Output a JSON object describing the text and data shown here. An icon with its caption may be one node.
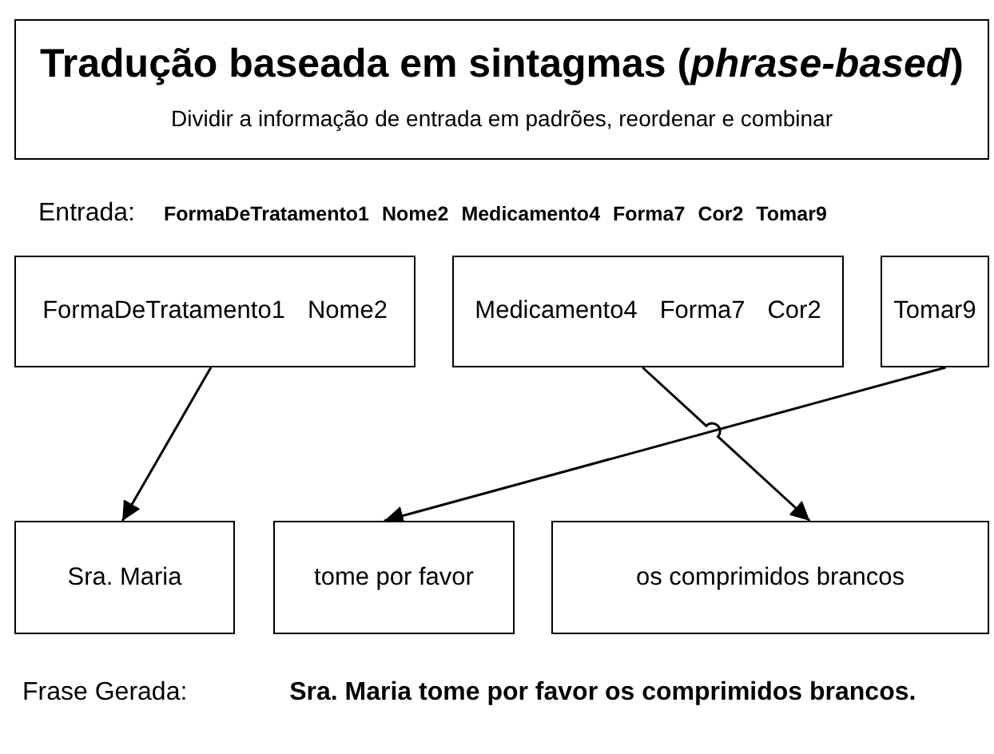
{
  "diagram": {
    "nodes": [
      {
        "text": [
          "Tradução baseada em sintagmas (*phrase-based*)",
          "Dividir a informação de entrada em padrões, reordenar e combinar"
        ]
      },
      {
        "text": [
          "FormaDeTratamento1",
          "Nome2"
        ]
      },
      {
        "text": [
          "Medicamento4",
          "Forma7",
          "Cor2"
        ]
      },
      {
        "text": [
          "Tomar9"
        ]
      },
      {
        "text": [
          "Sra. Maria"
        ]
      },
      {
        "text": [
          "tome por favor"
        ]
      },
      {
        "text": [
          "os comprimidos brancos"
        ]
      }
    ],
    "edges": [
      {
        "from": 1,
        "to": 4,
        "arrow": "to"
      },
      {
        "from": 2,
        "to": 6,
        "arrow": "to"
      },
      {
        "from": 3,
        "to": 5,
        "arrow": "to"
      }
    ],
    "labels": [
      "Entrada:",
      "FormaDeTratamento1",
      "Nome2",
      "Medicamento4",
      "Forma7",
      "Cor2",
      "Tomar9",
      "Frase Gerada:",
      "Sra. Maria tome por favor os comprimidos brancos."
    ]
  }
}
